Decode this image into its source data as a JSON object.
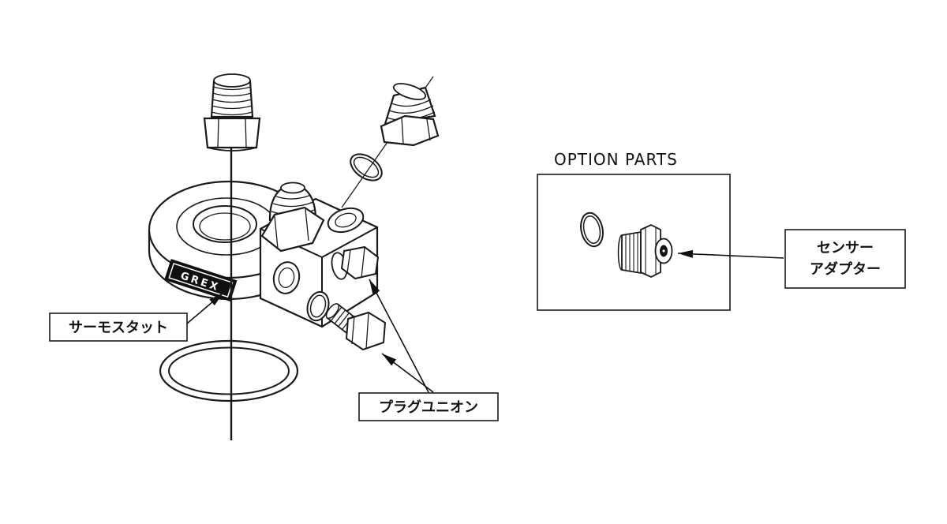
{
  "diagram": {
    "title": "OPTION PARTS",
    "brand_marking": "GREX",
    "labels": {
      "thermostat": "サーモスタット",
      "plug_union": "プラグユニオン",
      "sensor_adapter_line1": "センサー",
      "sensor_adapter_line2": "アダプター"
    }
  }
}
